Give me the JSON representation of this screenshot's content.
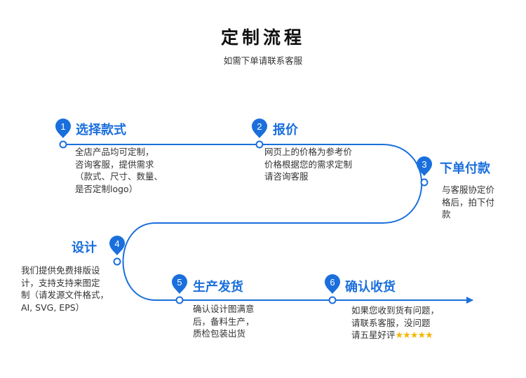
{
  "header": {
    "title": "定制流程",
    "subtitle": "如需下单请联系客服"
  },
  "colors": {
    "accent": "#1a6fdc",
    "star": "#f2b705",
    "text": "#333333"
  },
  "steps": [
    {
      "number": "1",
      "title": "选择款式",
      "desc": [
        "全店产品均可定制，",
        "咨询客服，提供需求",
        "（款式、尺寸、数量、",
        "是否定制logo）"
      ]
    },
    {
      "number": "2",
      "title": "报价",
      "desc": [
        "网页上的价格为参考价",
        "价格根据您的需求定制",
        "请咨询客服"
      ]
    },
    {
      "number": "3",
      "title": "下单付款",
      "desc": [
        "与客服协定价",
        "格后，拍下付",
        "款"
      ]
    },
    {
      "number": "4",
      "title": "设计",
      "desc": [
        "我们提供免费排版设",
        "计，支持支持来图定",
        "制（请发源文件格式，",
        "AI, SVG, EPS）"
      ]
    },
    {
      "number": "5",
      "title": "生产发货",
      "desc": [
        "确认设计图满意",
        "后，备料生产，",
        "质检包装出货"
      ]
    },
    {
      "number": "6",
      "title": "确认收货",
      "desc": [
        "如果您收到货有问题，",
        "请联系客服，没问题",
        "请五星好评"
      ],
      "stars": "★★★★★"
    }
  ]
}
